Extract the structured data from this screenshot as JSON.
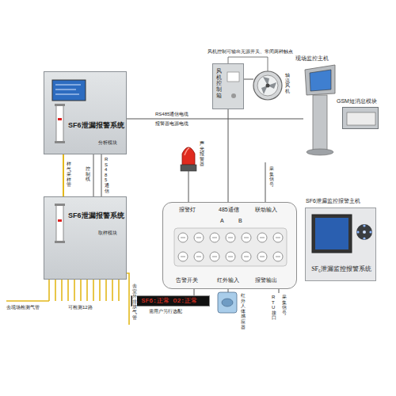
{
  "diagram": {
    "nodes": [
      {
        "text": [
          "SF6泄漏报警系统",
          "分析模块"
        ]
      },
      {
        "text": [
          "SF6泄漏报警系统",
          "取样模块"
        ]
      },
      {
        "text": [
          "风机控制箱"
        ]
      },
      {
        "text": [
          "现场监控主机"
        ]
      },
      {
        "text": [
          "GSM短消息模块"
        ]
      },
      {
        "text": [
          "报警灯",
          "485通信",
          "A",
          "B",
          "联动输入",
          "告警开关",
          "红外输入",
          "报警输出"
        ]
      },
      {
        "text": [
          "SF6泄漏监控报警主机",
          "SF₆泄漏监控报警系统"
        ]
      },
      {
        "text": [
          "1 SF6:正常 O2:正常"
        ]
      }
    ],
    "edges": [
      {
        "from": 0,
        "to": 1,
        "arrow": "none"
      },
      {
        "from": 0,
        "to": 1,
        "arrow": "none"
      },
      {
        "from": 0,
        "to": 1,
        "arrow": "none"
      },
      {
        "from": 0,
        "to": 3,
        "arrow": "none"
      },
      {
        "from": 2,
        "to": 5,
        "arrow": "none"
      },
      {
        "from": 5,
        "to": 7,
        "arrow": "none"
      }
    ],
    "labels": [
      "样气采样管",
      "控制线",
      "RS485通信",
      "去现场检测气管",
      "可检测12路",
      "去室外排放气管",
      "风机控制可输出无源开关、常闭两种触点",
      "轴流风机",
      "RS485通信电缆",
      "报警器电源电缆",
      "声光报警器",
      "采集信号",
      "需用户另行选配",
      "红外人体感应器",
      "RTU接口",
      "采集信号"
    ]
  }
}
